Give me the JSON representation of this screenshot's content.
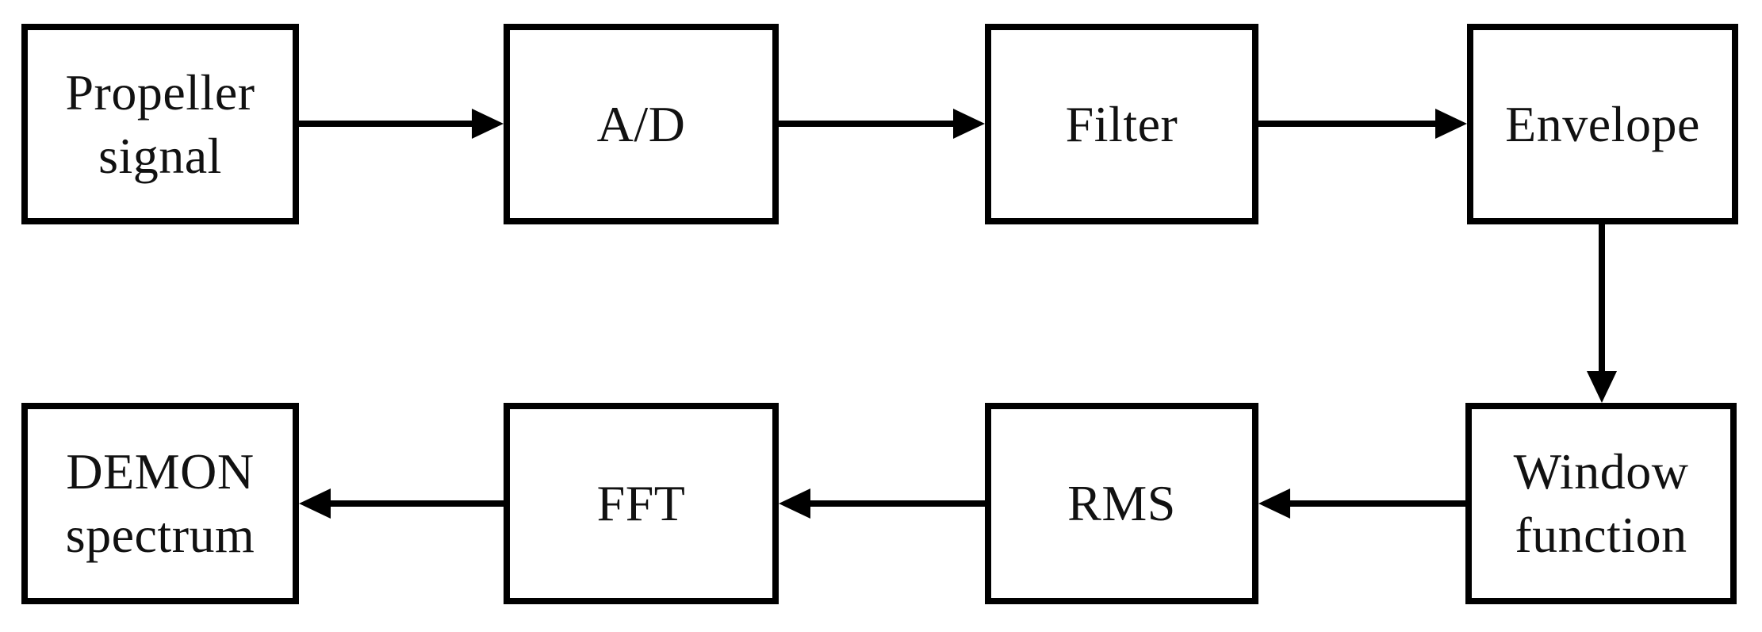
{
  "diagram_type": "block-flow-diagram",
  "colors": {
    "stroke": "#000000",
    "background": "#ffffff",
    "text": "#111111"
  },
  "nodes": [
    {
      "id": "propeller-signal",
      "lines": [
        "Propeller",
        "signal"
      ]
    },
    {
      "id": "ad-converter",
      "lines": [
        "A/D"
      ]
    },
    {
      "id": "filter",
      "lines": [
        "Filter"
      ]
    },
    {
      "id": "envelope",
      "lines": [
        "Envelope"
      ]
    },
    {
      "id": "demon-spectrum",
      "lines": [
        "DEMON",
        "spectrum"
      ]
    },
    {
      "id": "fft",
      "lines": [
        "FFT"
      ]
    },
    {
      "id": "rms",
      "lines": [
        "RMS"
      ]
    },
    {
      "id": "window-function",
      "lines": [
        "Window",
        "function"
      ]
    }
  ],
  "connections": [
    {
      "from": "Propeller signal",
      "to": "A/D",
      "direction": "right"
    },
    {
      "from": "A/D",
      "to": "Filter",
      "direction": "right"
    },
    {
      "from": "Filter",
      "to": "Envelope",
      "direction": "right"
    },
    {
      "from": "Envelope",
      "to": "Window function",
      "direction": "down"
    },
    {
      "from": "Window function",
      "to": "RMS",
      "direction": "left"
    },
    {
      "from": "RMS",
      "to": "FFT",
      "direction": "left"
    },
    {
      "from": "FFT",
      "to": "DEMON spectrum",
      "direction": "left"
    }
  ]
}
